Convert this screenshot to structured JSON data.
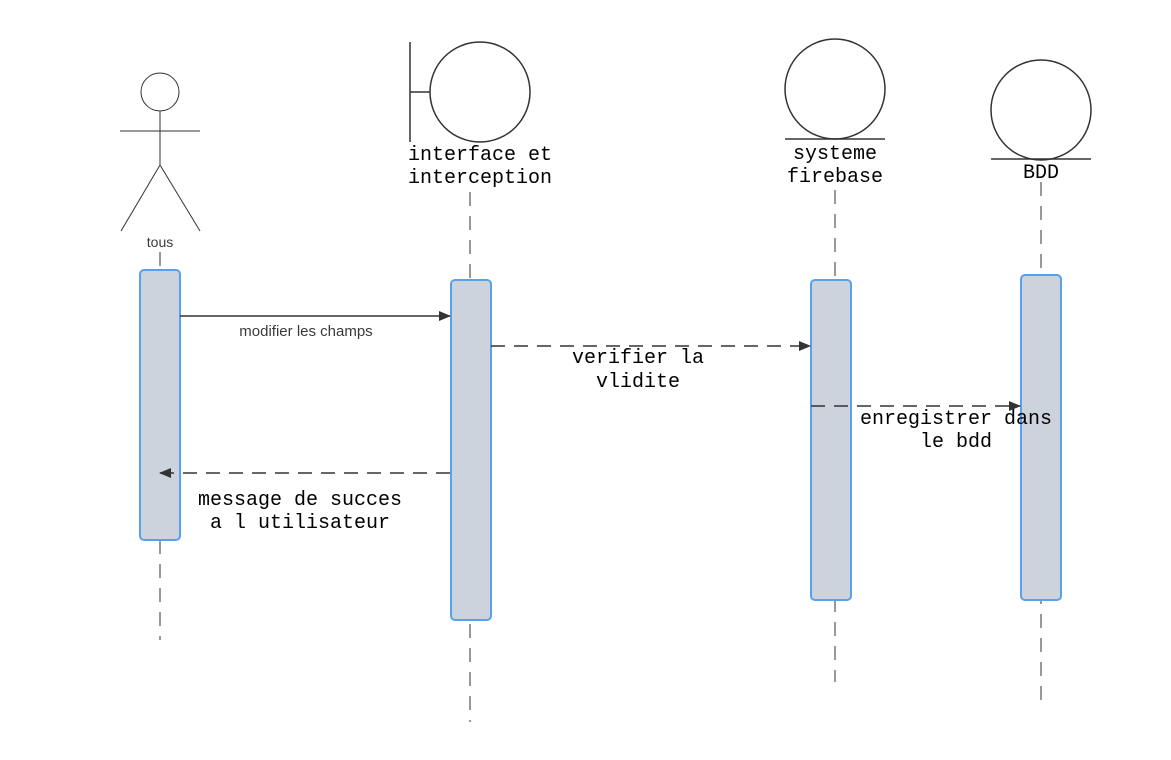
{
  "participants": [
    {
      "id": "tous",
      "kind": "actor",
      "label_lines": [
        "tous"
      ]
    },
    {
      "id": "interface",
      "kind": "boundary",
      "label_lines": [
        "interface et",
        "interception"
      ]
    },
    {
      "id": "firebase",
      "kind": "entity",
      "label_lines": [
        "systeme",
        "firebase"
      ]
    },
    {
      "id": "bdd",
      "kind": "entity",
      "label_lines": [
        "BDD"
      ]
    }
  ],
  "messages": [
    {
      "from": "tous",
      "to": "interface",
      "style": "solid",
      "label_lines": [
        "modifier les champs"
      ]
    },
    {
      "from": "interface",
      "to": "firebase",
      "style": "dashed",
      "label_lines": [
        "verifier la",
        "vlidite"
      ]
    },
    {
      "from": "firebase",
      "to": "bdd",
      "style": "dashed",
      "label_lines": [
        "enregistrer dans",
        "le bdd"
      ]
    },
    {
      "from": "interface",
      "to": "tous",
      "style": "dashed",
      "label_lines": [
        "message de succes",
        "a l utilisateur"
      ]
    }
  ],
  "colors": {
    "line": "#333333",
    "activation_fill": "#cdd3dc",
    "activation_stroke": "#5aa0ec",
    "text": "#000000",
    "actor_label": "#3a3a3a"
  }
}
